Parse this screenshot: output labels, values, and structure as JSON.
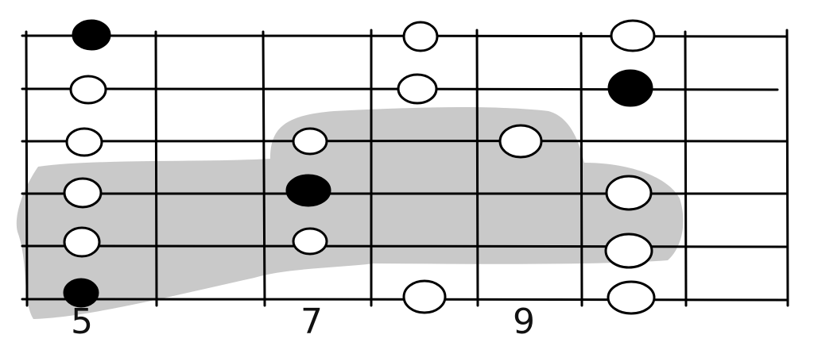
{
  "diagram": {
    "type": "guitar-fretboard-scale",
    "fret_labels": [
      "5",
      "7",
      "9"
    ],
    "strings": 6,
    "frets_shown": 7,
    "highlight_color": "#c9c9c9",
    "line_color": "#000000",
    "root_note_color": "#000000",
    "note_fill_color": "#ffffff",
    "notes": [
      {
        "string": 1,
        "fret": 5,
        "root": true
      },
      {
        "string": 1,
        "fret": 8,
        "root": false
      },
      {
        "string": 1,
        "fret": 10,
        "root": false
      },
      {
        "string": 2,
        "fret": 5,
        "root": false
      },
      {
        "string": 2,
        "fret": 8,
        "root": false
      },
      {
        "string": 2,
        "fret": 10,
        "root": true
      },
      {
        "string": 3,
        "fret": 5,
        "root": false
      },
      {
        "string": 3,
        "fret": 7,
        "root": false
      },
      {
        "string": 3,
        "fret": 9,
        "root": false
      },
      {
        "string": 4,
        "fret": 5,
        "root": false
      },
      {
        "string": 4,
        "fret": 7,
        "root": true
      },
      {
        "string": 4,
        "fret": 10,
        "root": false
      },
      {
        "string": 5,
        "fret": 5,
        "root": false
      },
      {
        "string": 5,
        "fret": 7,
        "root": false
      },
      {
        "string": 5,
        "fret": 10,
        "root": false
      },
      {
        "string": 6,
        "fret": 5,
        "root": true
      },
      {
        "string": 6,
        "fret": 8,
        "root": false
      },
      {
        "string": 6,
        "fret": 10,
        "root": false
      }
    ]
  }
}
